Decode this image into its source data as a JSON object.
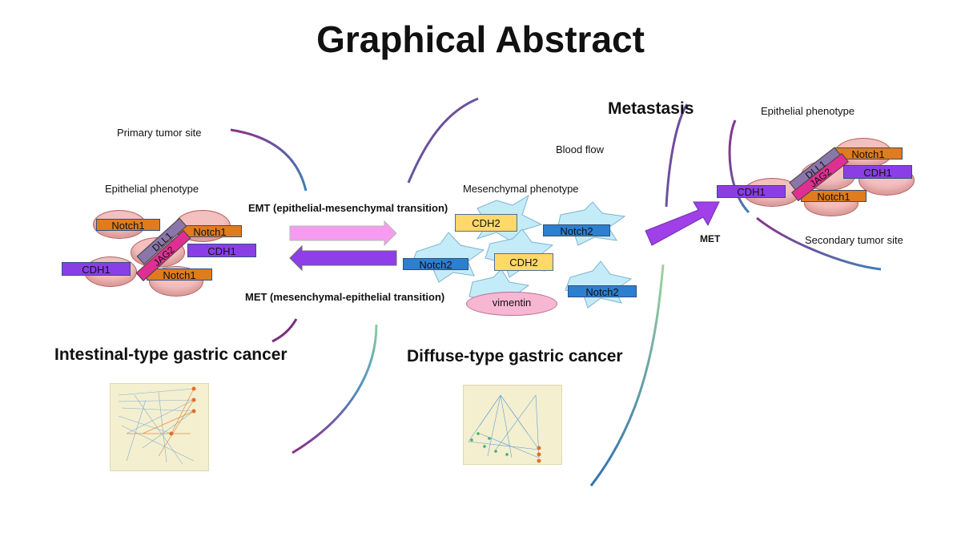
{
  "title": "Graphical Abstract",
  "labels": {
    "primary_site": "Primary tumor site",
    "epithelial_left": "Epithelial phenotype",
    "emt": "EMT (epithelial-mesenchymal transition)",
    "met_long": "MET (mesenchymal-epithelial transition)",
    "mesenchymal": "Mesenchymal phenotype",
    "blood_flow": "Blood flow",
    "metastasis": "Metastasis",
    "epithelial_right": "Epithelial phenotype",
    "met_short": "MET",
    "secondary_site": "Secondary tumor site",
    "intestinal": "Intestinal-type gastric cancer",
    "diffuse": "Diffuse-type gastric cancer"
  },
  "molecules": {
    "notch1": "Notch1",
    "cdh1": "CDH1",
    "cdh2": "CDH2",
    "notch2": "Notch2",
    "dll1": "DLL1",
    "jag2": "JAG2",
    "vimentin": "vimentin"
  },
  "colors": {
    "emt_arrow": "#f59cf0",
    "met_arrow": "#8f3fe8",
    "notch1": "#e07b1e",
    "cdh1": "#8a3fe6",
    "cdh2": "#ffd86a",
    "notch2": "#2d7fcf",
    "cell": "#f4c0bf",
    "star": "#c3ecf8"
  }
}
